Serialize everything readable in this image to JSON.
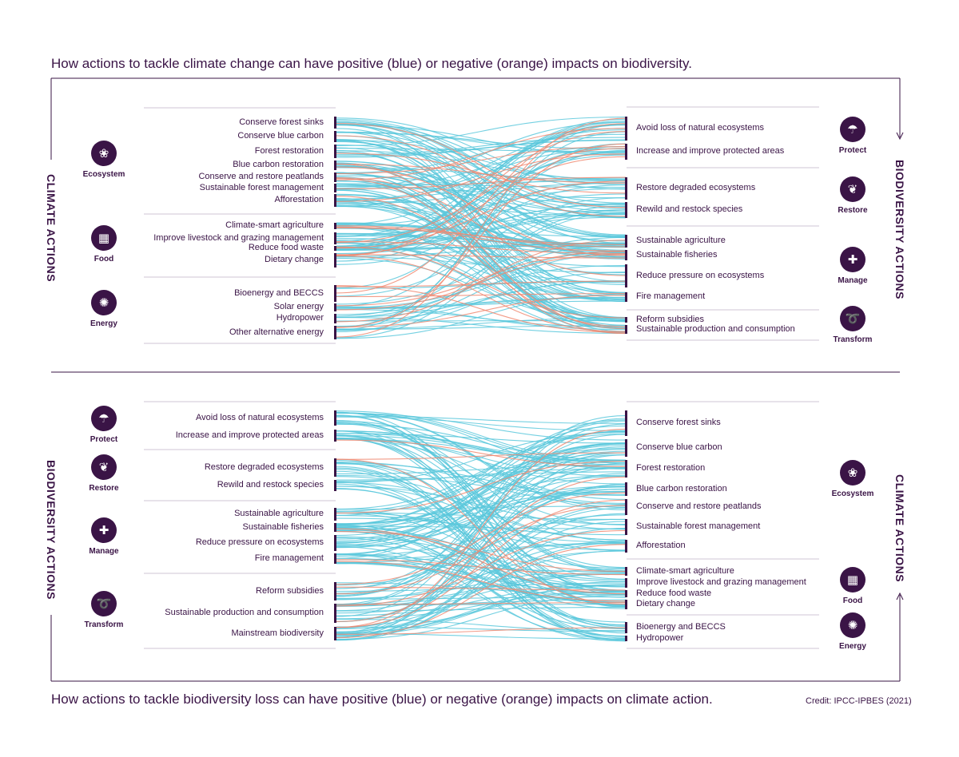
{
  "captions": {
    "top": "How actions to tackle climate change can have positive (blue) or negative (orange) impacts on biodiversity.",
    "bottom": "How actions to tackle biodiversity loss can have positive (blue) or negative (orange) impacts on climate action.",
    "credit": "Credit: IPCC-IPBES (2021)"
  },
  "colors": {
    "positive": "#5bc8dc",
    "negative": "#f08a72",
    "ink": "#3a1446",
    "rule": "#cfc6d6"
  },
  "top_panel": {
    "left_axis": "CLIMATE ACTIONS",
    "right_axis": "BIODIVERSITY ACTIONS",
    "left_categories": [
      {
        "name": "Ecosystem",
        "icon": "ecosystem-icon",
        "glyph": "❀"
      },
      {
        "name": "Food",
        "icon": "food-icon",
        "glyph": "▦"
      },
      {
        "name": "Energy",
        "icon": "energy-icon",
        "glyph": "✺"
      }
    ],
    "right_categories": [
      {
        "name": "Protect",
        "icon": "protect-icon",
        "glyph": "☂"
      },
      {
        "name": "Restore",
        "icon": "restore-icon",
        "glyph": "❦"
      },
      {
        "name": "Manage",
        "icon": "manage-icon",
        "glyph": "✚"
      },
      {
        "name": "Transform",
        "icon": "transform-icon",
        "glyph": "➰"
      }
    ],
    "left_nodes": [
      "Conserve forest sinks",
      "Conserve blue carbon",
      "Forest restoration",
      "Blue carbon restoration",
      "Conserve and restore peatlands",
      "Sustainable forest management",
      "Afforestation",
      "Climate-smart agriculture",
      "Improve livestock and grazing management",
      "Reduce food waste",
      "Dietary change",
      "Bioenergy and BECCS",
      "Solar energy",
      "Hydropower",
      "Other alternative energy"
    ],
    "right_nodes": [
      "Avoid loss of natural ecosystems",
      "Increase and improve protected areas",
      "Restore degraded ecosystems",
      "Rewild and restock species",
      "Sustainable agriculture",
      "Sustainable fisheries",
      "Reduce pressure on ecosystems",
      "Fire management",
      "Reform subsidies",
      "Sustainable production and consumption"
    ]
  },
  "bottom_panel": {
    "left_axis": "BIODIVERSITY ACTIONS",
    "right_axis": "CLIMATE ACTIONS",
    "left_categories": [
      {
        "name": "Protect",
        "icon": "protect-icon",
        "glyph": "☂"
      },
      {
        "name": "Restore",
        "icon": "restore-icon",
        "glyph": "❦"
      },
      {
        "name": "Manage",
        "icon": "manage-icon",
        "glyph": "✚"
      },
      {
        "name": "Transform",
        "icon": "transform-icon",
        "glyph": "➰"
      }
    ],
    "right_categories": [
      {
        "name": "Ecosystem",
        "icon": "ecosystem-icon",
        "glyph": "❀"
      },
      {
        "name": "Food",
        "icon": "food-icon",
        "glyph": "▦"
      },
      {
        "name": "Energy",
        "icon": "energy-icon",
        "glyph": "✺"
      }
    ],
    "left_nodes": [
      "Avoid loss of natural ecosystems",
      "Increase and improve protected areas",
      "Restore degraded ecosystems",
      "Rewild and restock species",
      "Sustainable agriculture",
      "Sustainable fisheries",
      "Reduce pressure on ecosystems",
      "Fire management",
      "Reform subsidies",
      "Sustainable production and consumption",
      "Mainstream biodiversity"
    ],
    "right_nodes": [
      "Conserve forest sinks",
      "Conserve blue carbon",
      "Forest restoration",
      "Blue carbon restoration",
      "Conserve and restore peatlands",
      "Sustainable forest management",
      "Afforestation",
      "Climate-smart agriculture",
      "Improve livestock and grazing management",
      "Reduce food waste",
      "Dietary change",
      "Bioenergy and BECCS",
      "Hydropower"
    ]
  }
}
